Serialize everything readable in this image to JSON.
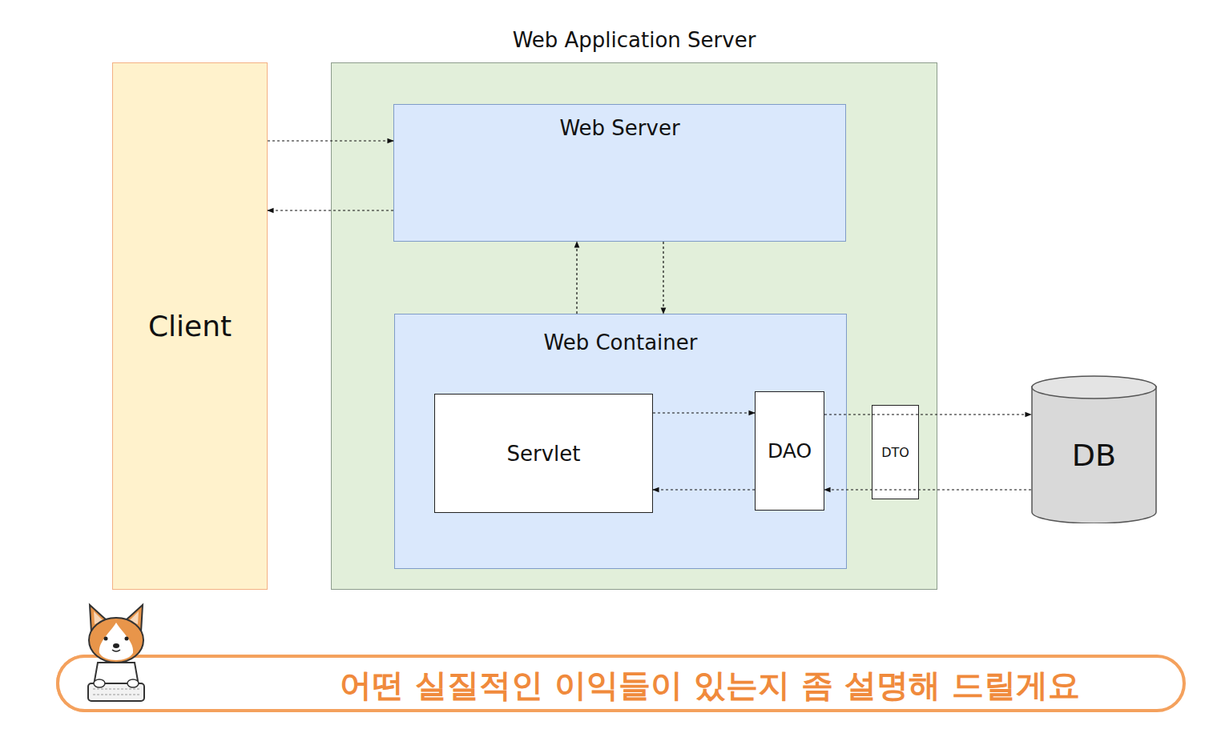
{
  "diagram": {
    "nodes": [
      {
        "text": [
          "Client"
        ]
      },
      {
        "text": [
          "Web Application Server"
        ]
      },
      {
        "text": [
          "Web Server"
        ],
        "in": 1
      },
      {
        "text": [
          "Web Container"
        ],
        "in": 1
      },
      {
        "text": [
          "Servlet"
        ],
        "in": 3
      },
      {
        "text": [
          "DAO"
        ],
        "in": 3
      },
      {
        "text": [
          "DTO"
        ],
        "in": 1
      },
      {
        "text": [
          "DB"
        ]
      }
    ],
    "edges": [
      {
        "from": 0,
        "to": 2,
        "arrow": "to"
      },
      {
        "from": 2,
        "to": 0,
        "arrow": "to"
      },
      {
        "from": 3,
        "to": 2,
        "arrow": "to"
      },
      {
        "from": 2,
        "to": 3,
        "arrow": "to"
      },
      {
        "from": 4,
        "to": 5,
        "arrow": "to"
      },
      {
        "from": 5,
        "to": 4,
        "arrow": "to"
      },
      {
        "from": 5,
        "to": 7,
        "arrow": "to"
      },
      {
        "from": 7,
        "to": 5,
        "arrow": "to"
      }
    ],
    "labels": [
      "코기",
      "어떤 실질적인 이익들이 있는지 좀 설명해 드릴게요"
    ]
  }
}
